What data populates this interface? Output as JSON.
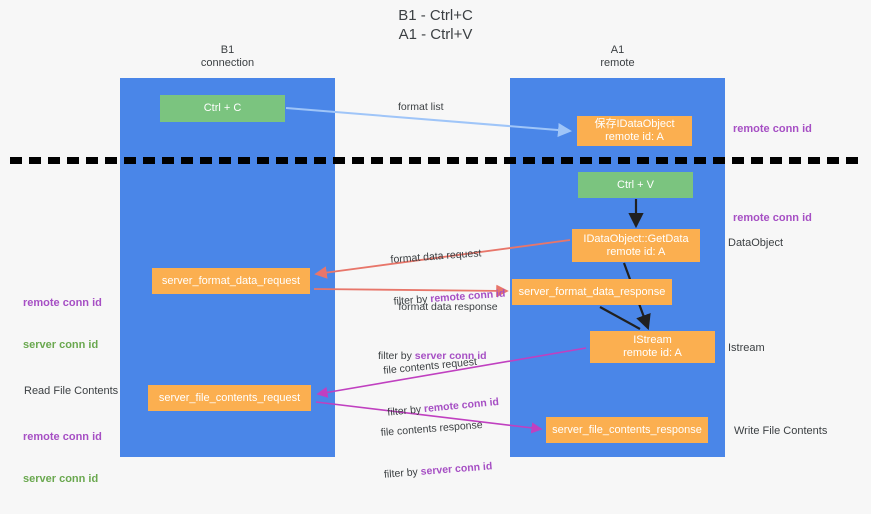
{
  "title": "B1 - Ctrl+C\nA1 - Ctrl+V",
  "columns": {
    "left": "B1\nconnection",
    "right": "A1\nremote"
  },
  "nodes": {
    "ctrl_c": {
      "line1": "Ctrl + C",
      "line2": "",
      "color": "#7bc47f"
    },
    "save_idataobject": {
      "line1": "保存IDataObject",
      "line2": "remote id: A",
      "color": "#fbaf50"
    },
    "ctrl_v": {
      "line1": "Ctrl + V",
      "line2": "",
      "color": "#7bc47f"
    },
    "getdata": {
      "line1": "IDataObject::GetData",
      "line2": "remote id: A",
      "color": "#fbaf50"
    },
    "server_format_data_request": {
      "line1": "server_format_data_request",
      "line2": "",
      "color": "#fbaf50"
    },
    "server_format_data_response": {
      "line1": "server_format_data_response",
      "line2": "",
      "color": "#fbaf50"
    },
    "istream": {
      "line1": "IStream",
      "line2": "remote id: A",
      "color": "#fbaf50"
    },
    "server_file_contents_request": {
      "line1": "server_file_contents_request",
      "line2": "",
      "color": "#fbaf50"
    },
    "server_file_contents_response": {
      "line1": "server_file_contents_response",
      "line2": "",
      "color": "#fbaf50"
    }
  },
  "edges": {
    "format_list": {
      "text": "format list"
    },
    "format_data_request": {
      "line1": "format data request",
      "prefix": "filter by ",
      "key": "remote conn id"
    },
    "format_data_response": {
      "line1": "format data response",
      "prefix": "filter by ",
      "key": "server conn id"
    },
    "file_contents_request": {
      "line1": "file contents request",
      "prefix": "filter by ",
      "key": "remote conn id"
    },
    "file_contents_response": {
      "line1": "file contents response",
      "prefix": "filter by ",
      "key": "server conn id"
    }
  },
  "annotations": {
    "remote_conn_id": "remote conn id",
    "server_conn_id": "server conn id",
    "dataobject": "DataObject",
    "istream": "Istream",
    "write_file_contents": "Write File Contents",
    "read_file_contents": "Read File Contents"
  },
  "colors": {
    "lane": "#4a86e8",
    "green_node": "#7bc47f",
    "orange_node": "#fbaf50",
    "purple_text": "#a64fc4",
    "green_text": "#6aa84f",
    "red_arrow": "#e8766a",
    "magenta_arrow": "#c040c0",
    "blue_arrow": "#9fc5f8",
    "background": "#f7f7f7"
  }
}
